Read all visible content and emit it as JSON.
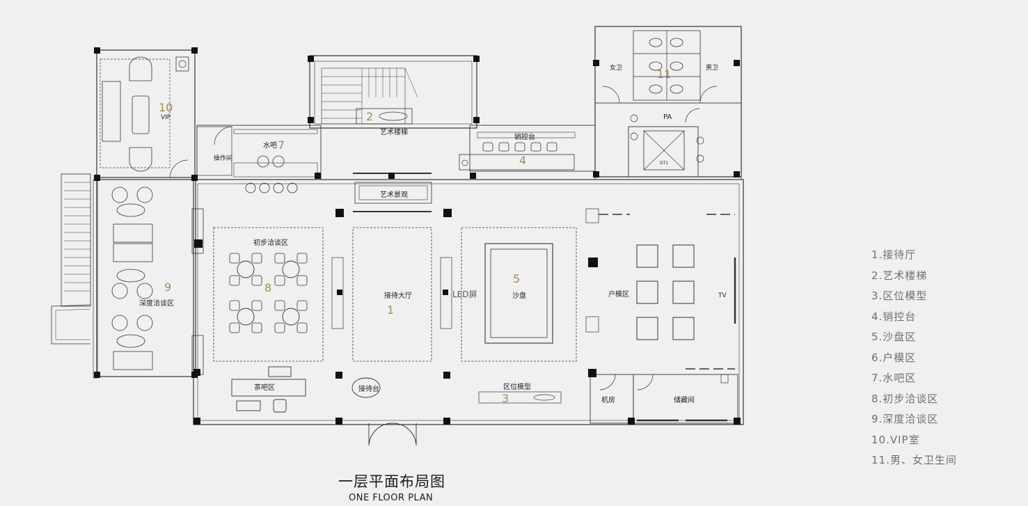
{
  "title": "一层平面布局图",
  "subtitle": "ONE FLOOR PLAN",
  "legend": [
    "1.接待厅",
    "2.艺术楼梯",
    "3.区位模型",
    "4.销控台",
    "5.沙盘区",
    "6.户模区",
    "7.水吧区",
    "8.初步洽谈区",
    "9.深度洽谈区",
    "10.VIP室",
    "11.男、女卫生间"
  ],
  "area_numbers": [
    "1",
    "2",
    "3",
    "4",
    "5",
    "7",
    "8",
    "9",
    "10",
    "11"
  ],
  "labels": {
    "reception": "接待大厅",
    "art_stairs": "艺术楼梯",
    "sales_desk": "销控台",
    "water_bar": "水吧",
    "operation_room": "操作间",
    "sand_table": "沙盘",
    "led_screen": "LED屏",
    "unit_model": "户模区",
    "tv": "TV",
    "initial_talk": "初步洽谈区",
    "deep_talk": "深度洽谈区",
    "vip": "VIP",
    "tea_bar": "茶吧区",
    "front_desk": "接待台",
    "location_model": "区位模型",
    "art_feature": "艺术景观",
    "machine_room": "机房",
    "storage": "储藏间",
    "womens_wc": "女卫",
    "mens_wc": "男卫",
    "pa": "PA",
    "elevator": "DT1"
  },
  "colors": {
    "accent": "#a48a5a",
    "line": "#333333",
    "legend_text": "#6f6f6f",
    "background": "#f0f0f0"
  }
}
